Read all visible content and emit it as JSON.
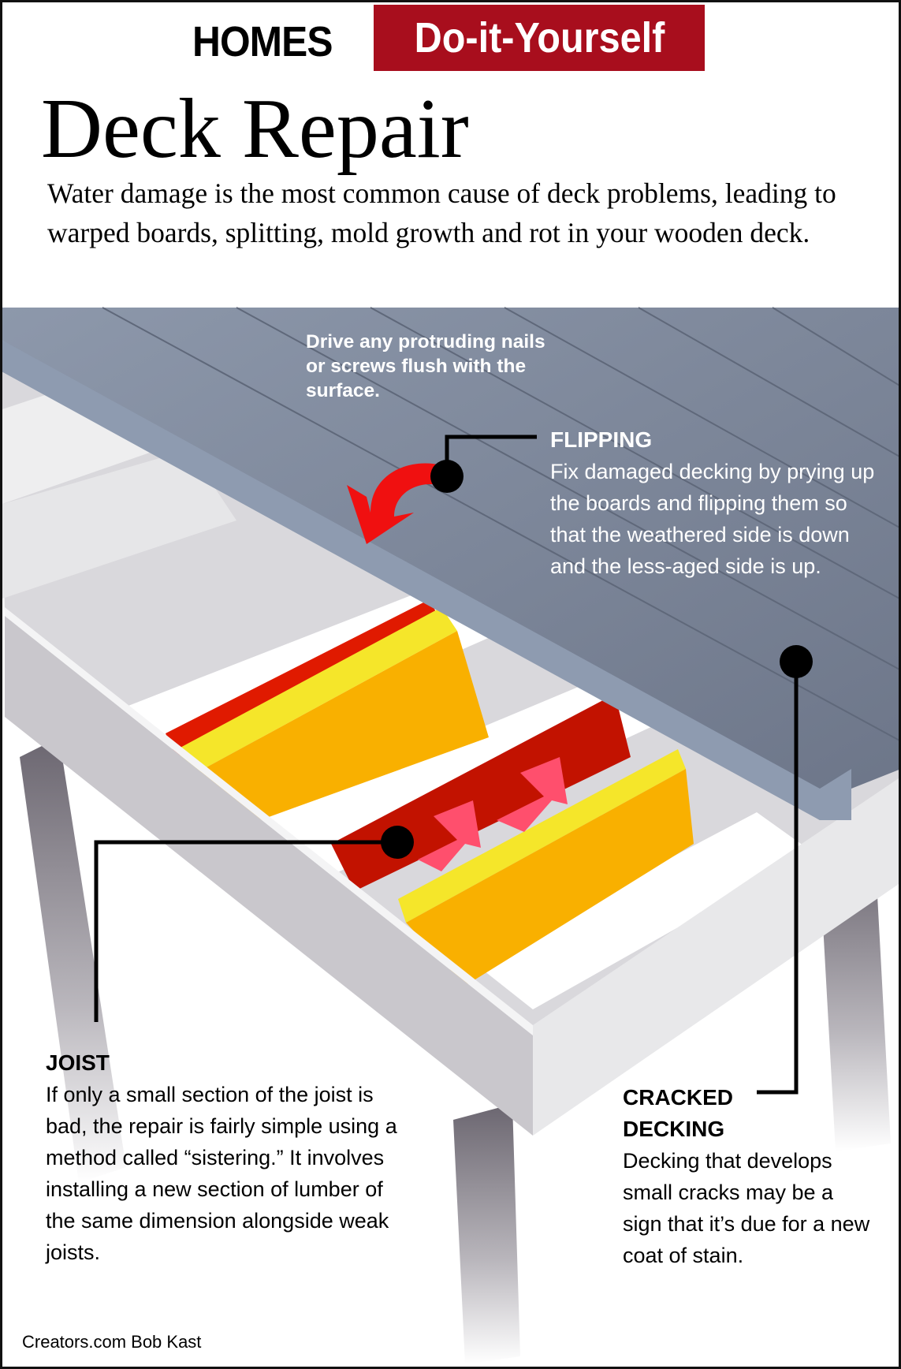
{
  "header": {
    "section": "HOMES",
    "tag": "Do-it-Yourself"
  },
  "title": "Deck Repair",
  "intro": "Water damage is the most common cause of deck problems, leading to warped boards, splitting, mold growth and rot in your wooden deck.",
  "callouts": {
    "drive": "Drive any protruding nails or screws flush with the surface.",
    "flipping": {
      "heading": "FLIPPING",
      "body": "Fix damaged decking by prying up the boards and flipping them so that the weathered side is down and the less-aged side is up."
    },
    "joist": {
      "heading": "JOIST",
      "body": "If only a small section of the joist is bad, the repair is fairly simple using a method called “sistering.” It involves installing a new section of lumber of the same dimension alongside weak joists."
    },
    "cracked": {
      "heading_line1": "CRACKED",
      "heading_line2": "DECKING",
      "body": "Decking that develops small cracks may be a sign that it’s due for a new coat of stain."
    }
  },
  "credit": "Creators.com Bob Kast",
  "colors": {
    "brand_red": "#a80e1d",
    "deck": "#7a8599",
    "joist_orange": "#f9b000",
    "rot_red": "#e01a00"
  }
}
